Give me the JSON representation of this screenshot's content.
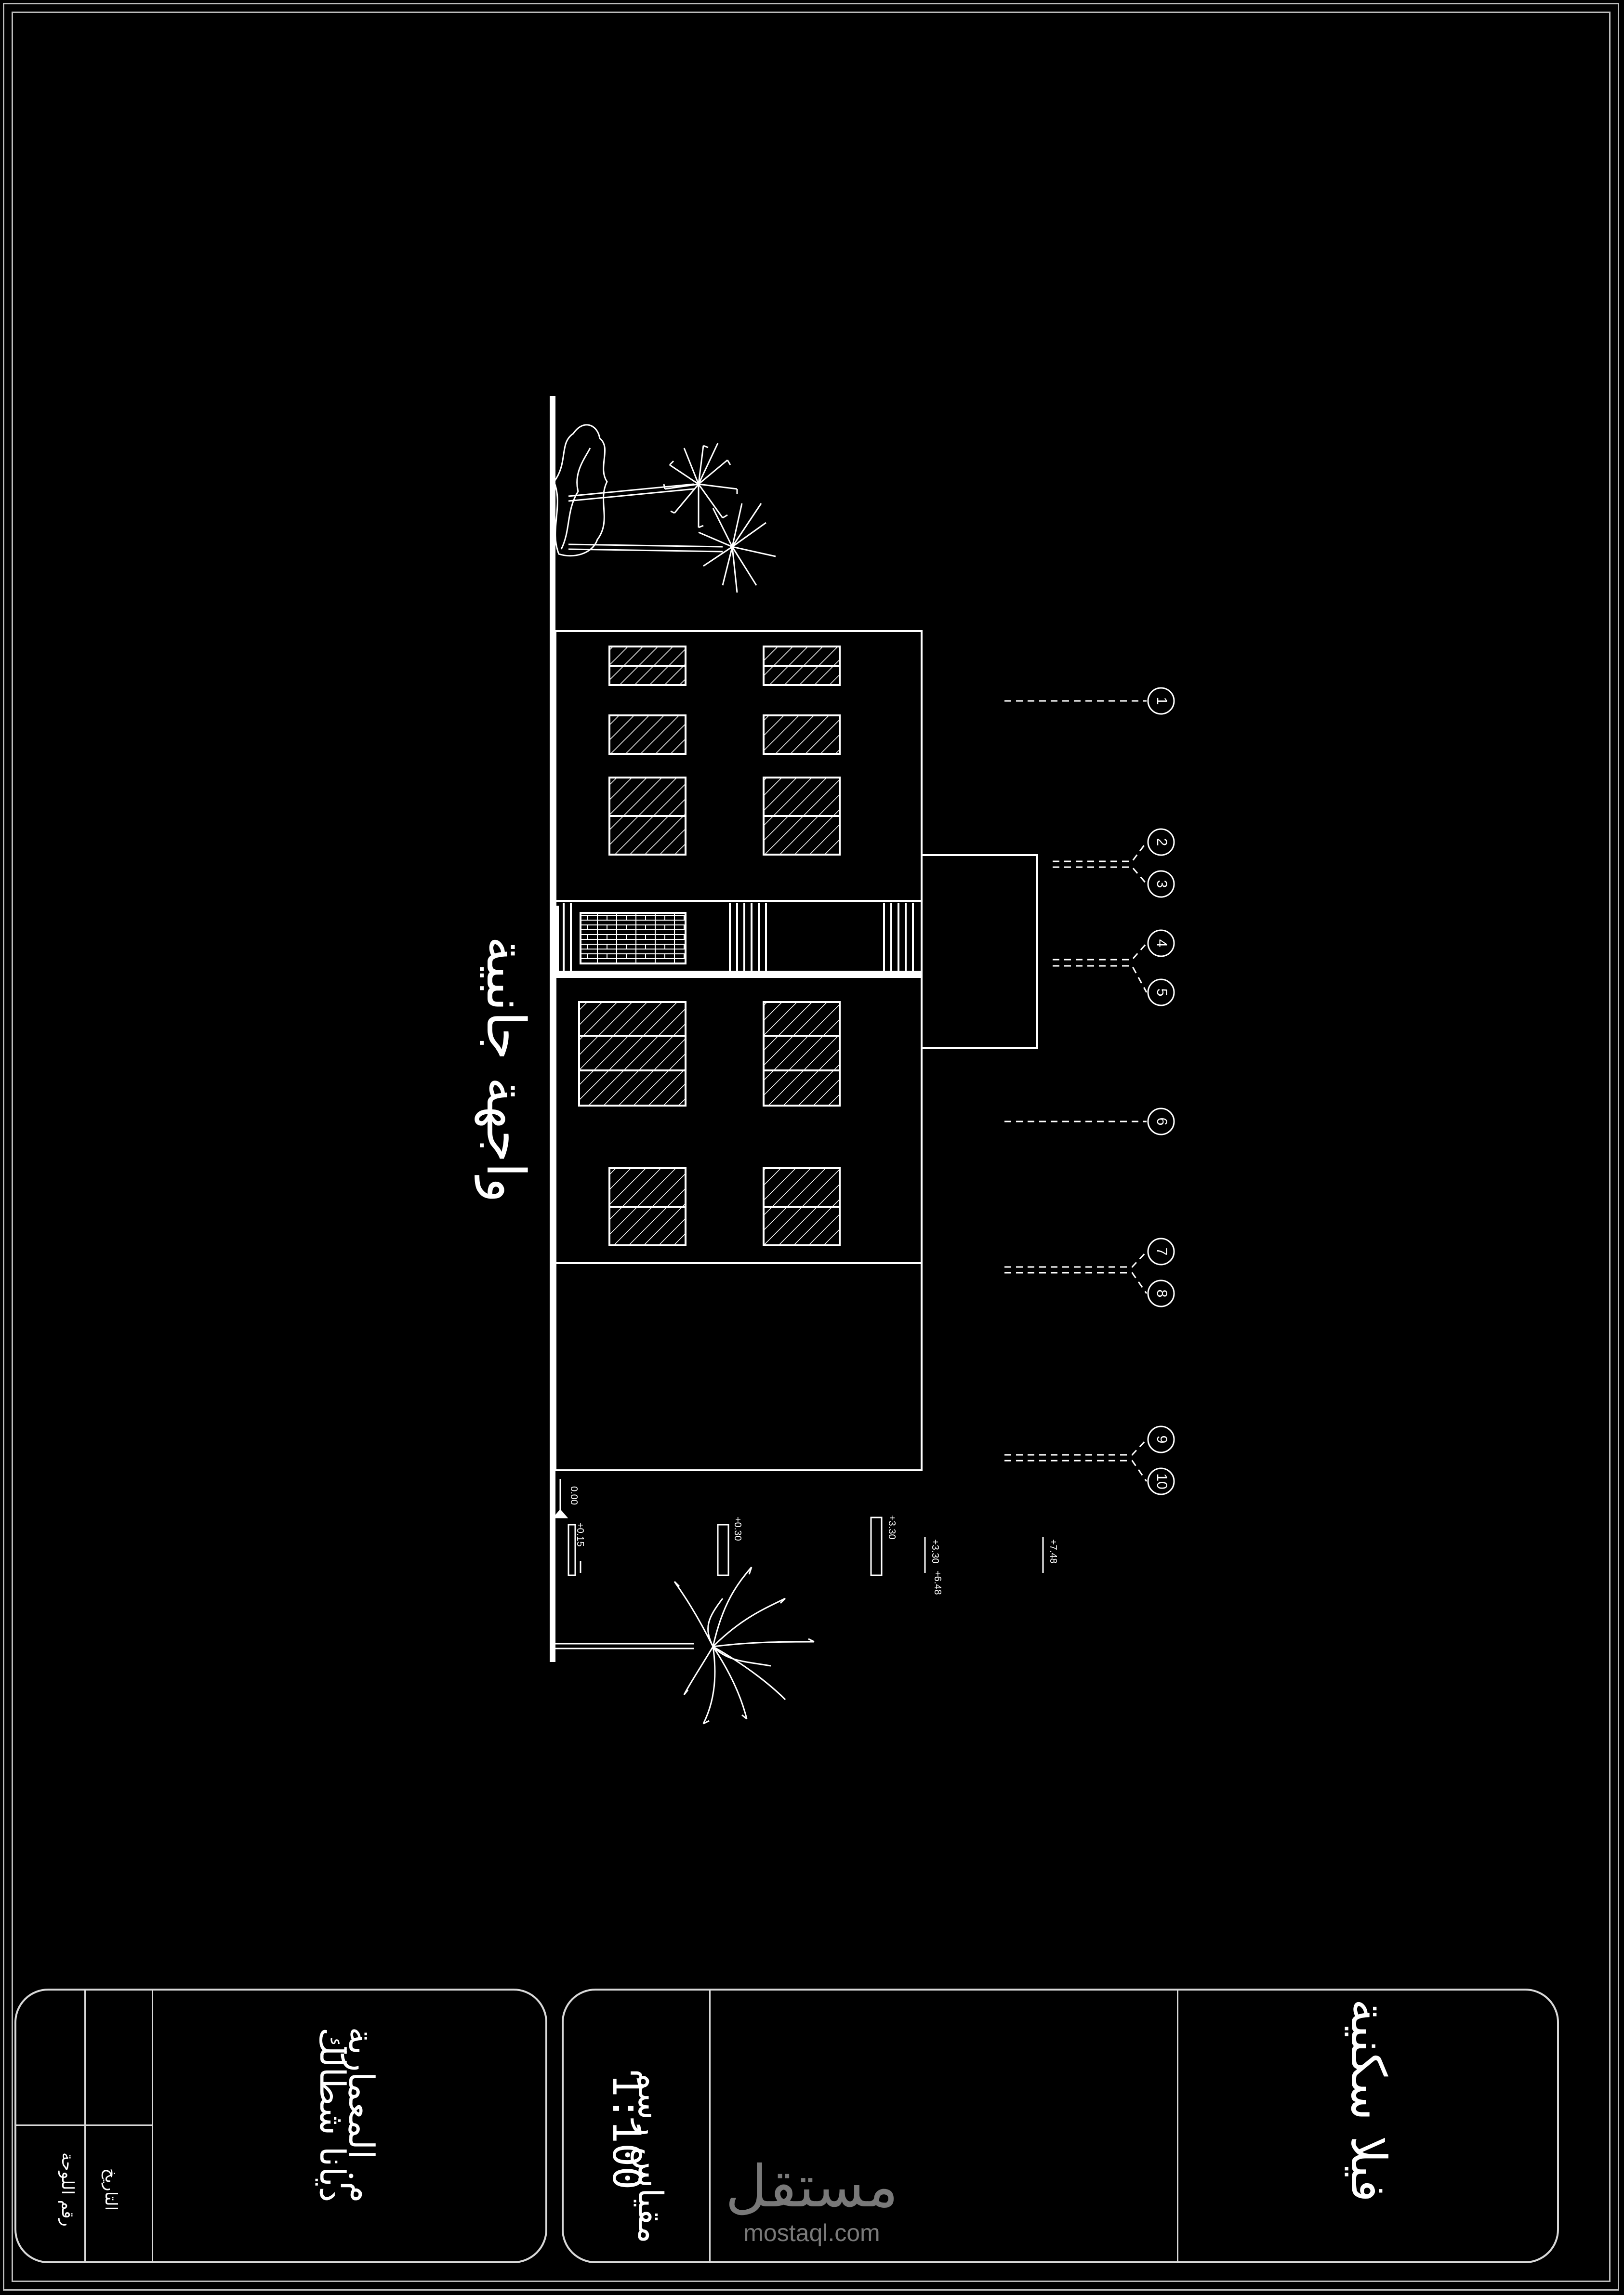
{
  "drawing": {
    "title": "واجهة جانبية",
    "callouts": [
      "1",
      "2",
      "3",
      "4",
      "5",
      "6",
      "7",
      "8",
      "9",
      "10"
    ],
    "level_marks": [
      "0.00",
      "+0.15",
      "+0.30",
      "+3.30",
      "+3.30",
      "+6.48",
      "+7.48"
    ]
  },
  "title_block": {
    "department": [
      "م. المعمارية",
      "ديانا شطالك"
    ],
    "date_label": "التاريخ",
    "sheet_label": "رقم اللوحة",
    "scale_label": "مقياس رسم",
    "scale_value": "1:100",
    "project_name": "فيلا سكنية"
  },
  "watermark": {
    "logo": "مستقل",
    "url": "mostaql.com"
  }
}
